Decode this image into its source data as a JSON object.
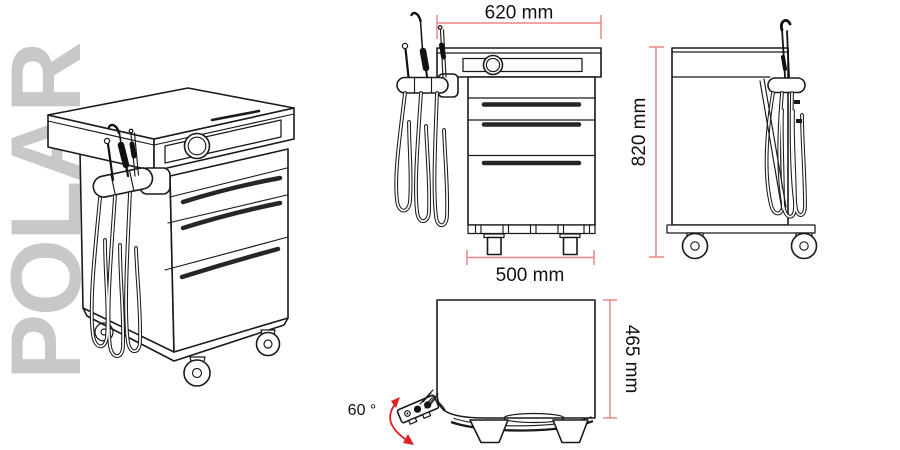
{
  "watermark": {
    "text": "POLAR"
  },
  "colors": {
    "line_art": "#1a1a1a",
    "drawer_handles": "#262626",
    "dimension_line": "#ec8585",
    "rotation_arrow": "#e01f24",
    "watermark": "#c8c8c8",
    "background": "#ffffff"
  },
  "views": {
    "front": {
      "top_width": "620 mm",
      "base_width": "500 mm"
    },
    "side": {
      "height": "820 mm"
    },
    "top": {
      "depth": "465 mm",
      "swivel_angle": "60 °"
    }
  }
}
